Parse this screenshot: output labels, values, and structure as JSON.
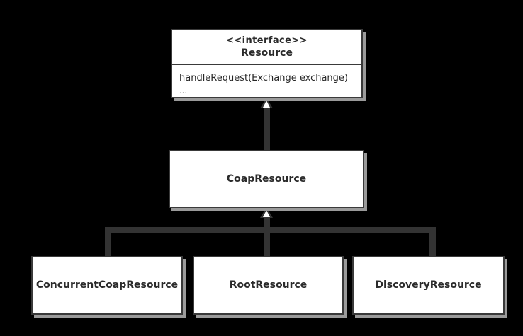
{
  "diagram": {
    "type": "uml-class-diagram",
    "background_color": "#000000",
    "box_fill": "#ffffff",
    "box_border_color": "#3a3a3a",
    "shadow_color": "#9a9a9a",
    "connector_color": "#333333",
    "text_color": "#2b2b2b"
  },
  "classes": {
    "resource": {
      "stereotype": "<<interface>>",
      "name": "Resource",
      "operations": [
        "handleRequest(Exchange exchange)"
      ],
      "ellipsis": "…"
    },
    "coap_resource": {
      "name": "CoapResource"
    },
    "concurrent_coap_resource": {
      "name": "ConcurrentCoapResource"
    },
    "root_resource": {
      "name": "RootResource"
    },
    "discovery_resource": {
      "name": "DiscoveryResource"
    }
  },
  "relationships": [
    {
      "kind": "generalization",
      "from": "CoapResource",
      "to": "Resource"
    },
    {
      "kind": "generalization",
      "from": "ConcurrentCoapResource",
      "to": "CoapResource"
    },
    {
      "kind": "generalization",
      "from": "RootResource",
      "to": "CoapResource"
    },
    {
      "kind": "generalization",
      "from": "DiscoveryResource",
      "to": "CoapResource"
    }
  ]
}
